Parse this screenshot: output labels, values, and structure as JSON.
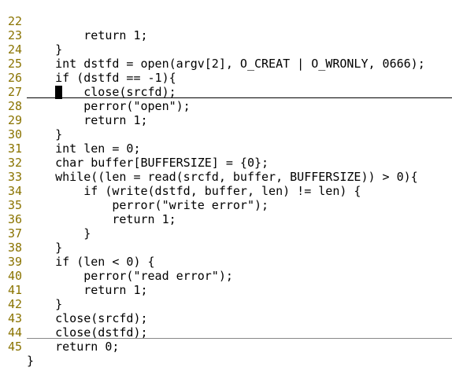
{
  "editor": {
    "lines": [
      {
        "number": "22",
        "text": "        return 1;"
      },
      {
        "number": "23",
        "text": "    }"
      },
      {
        "number": "24",
        "text": "    int dstfd = open(argv[2], O_CREAT | O_WRONLY, 0666);"
      },
      {
        "number": "25",
        "text": "    if (dstfd == -1){"
      },
      {
        "number": "26",
        "text": "        close(srcfd);"
      },
      {
        "number": "27",
        "text": "        perror(\"open\");"
      },
      {
        "number": "28",
        "text": "        return 1;"
      },
      {
        "number": "29",
        "text": "    }"
      },
      {
        "number": "30",
        "text": "    int len = 0;"
      },
      {
        "number": "31",
        "text": "    char buffer[BUFFERSIZE] = {0};"
      },
      {
        "number": "32",
        "text": "    while((len = read(srcfd, buffer, BUFFERSIZE)) > 0){"
      },
      {
        "number": "33",
        "text": "        if (write(dstfd, buffer, len) != len) {"
      },
      {
        "number": "34",
        "text": "            perror(\"write error\");"
      },
      {
        "number": "35",
        "text": "            return 1;"
      },
      {
        "number": "36",
        "text": "        }"
      },
      {
        "number": "37",
        "text": "    }"
      },
      {
        "number": "38",
        "text": "    if (len < 0) {"
      },
      {
        "number": "39",
        "text": "        perror(\"read error\");"
      },
      {
        "number": "40",
        "text": "        return 1;"
      },
      {
        "number": "41",
        "text": "    }"
      },
      {
        "number": "42",
        "text": "    close(srcfd);"
      },
      {
        "number": "43",
        "text": "    close(dstfd);"
      },
      {
        "number": "44",
        "text": "    return 0;"
      },
      {
        "number": "45",
        "text": "}"
      }
    ],
    "colors": {
      "line_number": "#8a7300",
      "keyword": "#5a6b0a",
      "type": "#2e8b57",
      "literal": "#c8102e",
      "text": "#000000",
      "background": "#ffffff"
    }
  }
}
